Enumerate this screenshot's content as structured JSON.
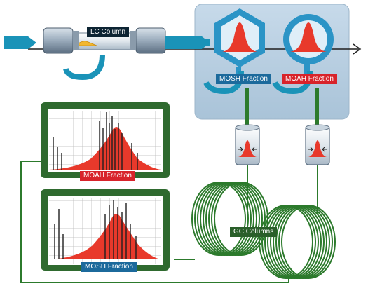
{
  "labels": {
    "lc_column": "LC Column",
    "mosh_fraction_detector": "MOSH Fraction",
    "moah_fraction_detector": "MOAH Fraction",
    "moah_fraction_chromatogram": "MOAH Fraction",
    "mosh_fraction_chromatogram": "MOSH Fraction",
    "gc_columns": "GC Columns"
  },
  "colors": {
    "flow_cyan": "#1a93b8",
    "arrow_dark": "#1f1f1f",
    "panel_bg": "#b7cfe1",
    "detector_blue": "#2b94c6",
    "peak_red": "#e8392b",
    "frame_green": "#2f6a2f",
    "coil_green": "#2c7a2c",
    "analyte_yellow": "#f2b730",
    "label_blue": "#1c6a9c",
    "label_red": "#d8232a",
    "label_dark": "#0d2433"
  },
  "icons": [
    "lc-column-icon",
    "hexagon-detector-icon",
    "circle-detector-icon",
    "retention-gap-icon",
    "gc-coil-icon",
    "chromatogram-icon"
  ]
}
